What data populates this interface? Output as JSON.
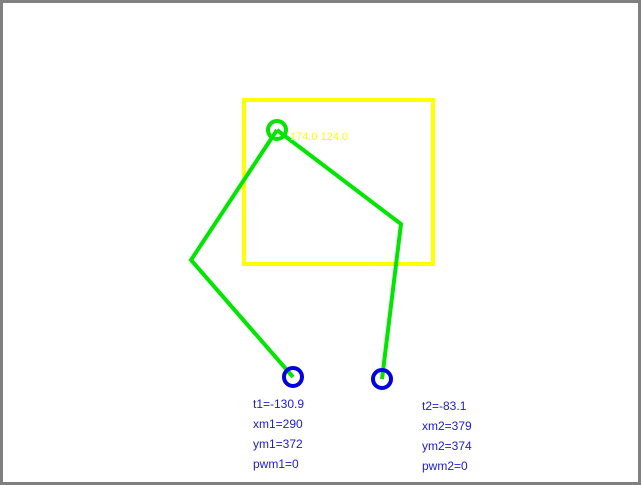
{
  "target": {
    "label": "174.0 124.0",
    "color": "#ffff00"
  },
  "arm1": {
    "t_label": "t1=-130.9",
    "x_label": "xm1=290",
    "y_label": "ym1=372",
    "pwm_label": "pwm1=0"
  },
  "arm2": {
    "t_label": "t2=-83.1",
    "x_label": "xm2=379",
    "y_label": "ym2=374",
    "pwm_label": "pwm2=0"
  },
  "colors": {
    "links": "#00e600",
    "motor_joints": "#0000e0",
    "target_box": "#ffff00",
    "readout_text": "#1c1cd2",
    "window_border": "#808080"
  }
}
